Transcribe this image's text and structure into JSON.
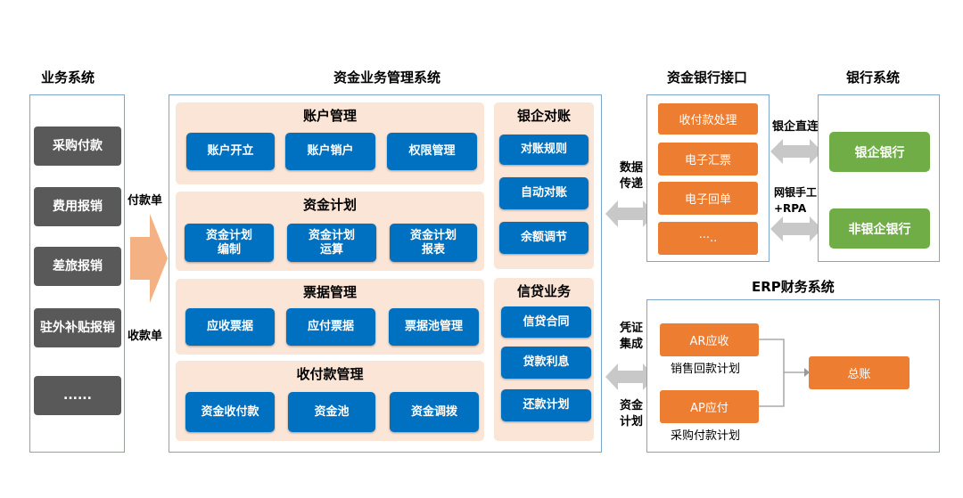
{
  "colors": {
    "panel_border": "#7ea6cc",
    "dark_box": "#595959",
    "section_bg": "#fbe5d6",
    "blue": "#0070c0",
    "orange": "#ed7d31",
    "green": "#70ad47",
    "arrow_orange": "#f4b183",
    "arrow_gray": "#c8c8c8"
  },
  "business": {
    "title": "业务系统",
    "items": [
      "采购付款",
      "费用报销",
      "差旅报销",
      "驻外补贴报销",
      "......"
    ]
  },
  "flow_labels": {
    "payment": "付款单",
    "receipt": "收款单"
  },
  "treasury": {
    "title": "资金业务管理系统",
    "account": {
      "title": "账户管理",
      "items": [
        "账户开立",
        "账户销户",
        "权限管理"
      ]
    },
    "plan": {
      "title": "资金计划",
      "items": [
        "资金计划编制",
        "资金计划运算",
        "资金计划报表"
      ]
    },
    "bill": {
      "title": "票据管理",
      "items": [
        "应收票据",
        "应付票据",
        "票据池管理"
      ]
    },
    "collect": {
      "title": "收付款管理",
      "items": [
        "资金收付款",
        "资金池",
        "资金调拨"
      ]
    },
    "recon": {
      "title": "银企对账",
      "items": [
        "对账规则",
        "自动对账",
        "余额调节"
      ]
    },
    "credit": {
      "title": "信贷业务",
      "items": [
        "信贷合同",
        "贷款利息",
        "还款计划"
      ]
    }
  },
  "transfer_labels": {
    "data": "数据传递",
    "voucher": "凭证集成",
    "plan": "资金计划"
  },
  "bank_interface": {
    "title": "资金银行接口",
    "items": [
      "收付款处理",
      "电子汇票",
      "电子回单",
      "···.."
    ]
  },
  "bank_links": {
    "direct": "银企直连",
    "manual": "网银手工+RPA"
  },
  "bank": {
    "title": "银行系统",
    "items": [
      "银企银行",
      "非银企银行"
    ]
  },
  "erp": {
    "title": "ERP财务系统",
    "ar": "AR应收",
    "ar_caption": "销售回款计划",
    "ap": "AP应付",
    "ap_caption": "采购付款计划",
    "gl": "总账"
  }
}
